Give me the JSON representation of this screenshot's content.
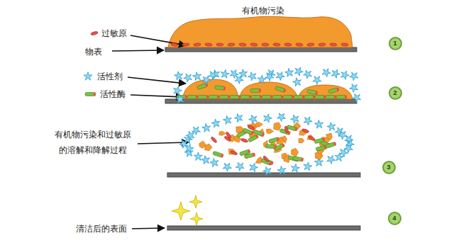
{
  "diagram": {
    "nodes": [
      {
        "text": [
          "1"
        ]
      },
      {
        "text": [
          "2"
        ]
      },
      {
        "text": [
          "3"
        ]
      },
      {
        "text": [
          "4"
        ]
      }
    ],
    "labels": [
      "有机物污染",
      "物表",
      "有机物污染和过敏原的溶解和降解过程",
      "清洁后的表面"
    ],
    "legend": [
      {
        "text": "过敏原"
      },
      {
        "text": "活性剂"
      },
      {
        "text": "活性酶"
      }
    ]
  }
}
